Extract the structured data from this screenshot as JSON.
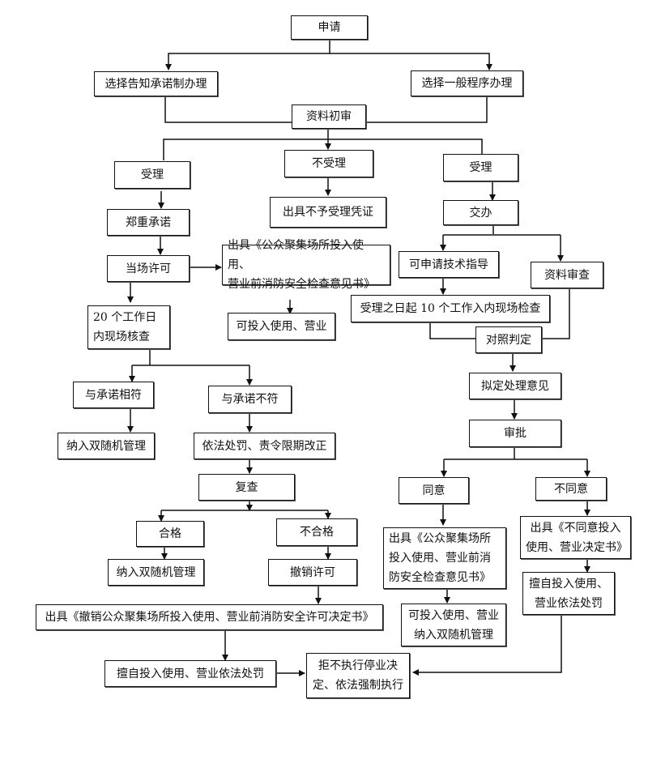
{
  "diagram": {
    "nodes": {
      "apply": "申请",
      "choose_commitment": "选择告知承诺制办理",
      "choose_general": "选择一般程序办理",
      "initial_review": "资料初审",
      "accept_left": "受理",
      "reject": "不受理",
      "accept_right": "受理",
      "solemn_commitment": "郑重承诺",
      "reject_certificate": "出具不予受理凭证",
      "assign": "交办",
      "onsite_permit": "当场许可",
      "issue_inspection_opinion_left": "出具《公众聚集场所投入使用、\n营业前消防安全检查意见书》",
      "apply_tech_guidance": "可申请技术指导",
      "document_review": "资料审查",
      "inspect_20_days": "20 个工作日\n内现场核查",
      "can_open_left": "可投入使用、营业",
      "inspect_10_days": "受理之日起 10 个工作入内现场检查",
      "compare_judge": "对照判定",
      "consistent": "与承诺相符",
      "inconsistent": "与承诺不符",
      "draft_opinion": "拟定处理意见",
      "random_mgmt_1": "纳入双随机管理",
      "penalty_rectify": "依法处罚、责令限期改正",
      "approve": "审批",
      "recheck": "复查",
      "agree": "同意",
      "disagree": "不同意",
      "qualified": "合格",
      "unqualified": "不合格",
      "issue_inspection_opinion_right": "出具《公众聚集场所\n投入使用、营业前消\n防安全检查意见书》",
      "issue_disagree_decision": "出具《不同意投入\n使用、营业决定书》",
      "random_mgmt_2": "纳入双随机管理",
      "revoke_permit": "撤销许可",
      "unauthorized_penalty_right": "擅自投入使用、\n营业依法处罚",
      "revoke_decision": "出具《撤销公众聚集场所投入使用、营业前消防安全许可决定书》",
      "can_open_right": "可投入使用、营业\n纳入双随机管理",
      "unauthorized_penalty_left": "擅自投入使用、营业依法处罚",
      "enforce": "拒不执行停业决\n定、依法强制执行"
    }
  }
}
